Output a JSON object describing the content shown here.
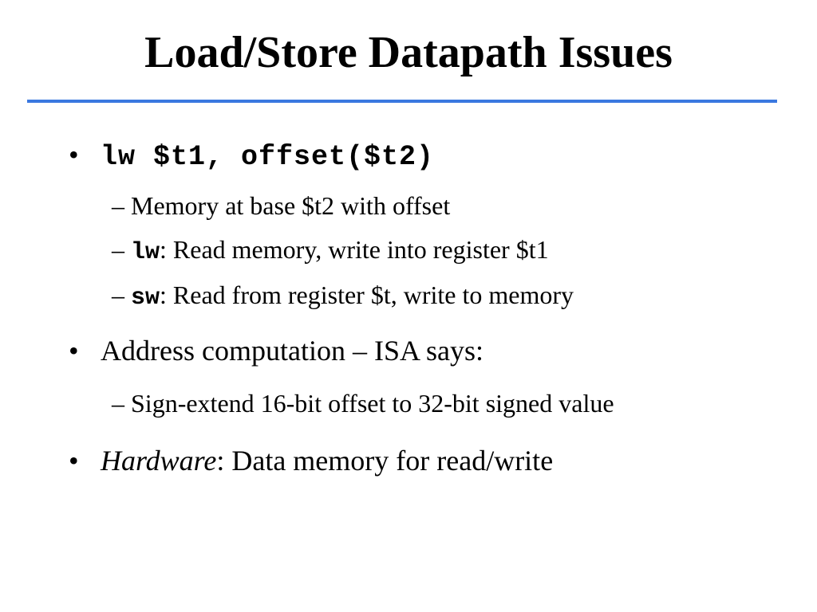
{
  "slide": {
    "title": "Load/Store Datapath Issues",
    "rule_color": "#3a78e0",
    "bullet_glyph": "•",
    "dash_glyph": "–",
    "bullets": [
      {
        "code": "lw $t1, offset($t2)",
        "subs": [
          {
            "text": "Memory at base $t2 with offset"
          },
          {
            "code": "lw",
            "text": ": Read memory, write into register $t1"
          },
          {
            "code": "sw",
            "text": ": Read from register $t, write to memory"
          }
        ]
      },
      {
        "text": "Address computation – ISA says:",
        "subs": [
          {
            "text": "Sign-extend 16-bit offset to 32-bit signed value"
          }
        ]
      },
      {
        "emph": "Hardware",
        "text": ": Data memory for read/write"
      }
    ]
  }
}
